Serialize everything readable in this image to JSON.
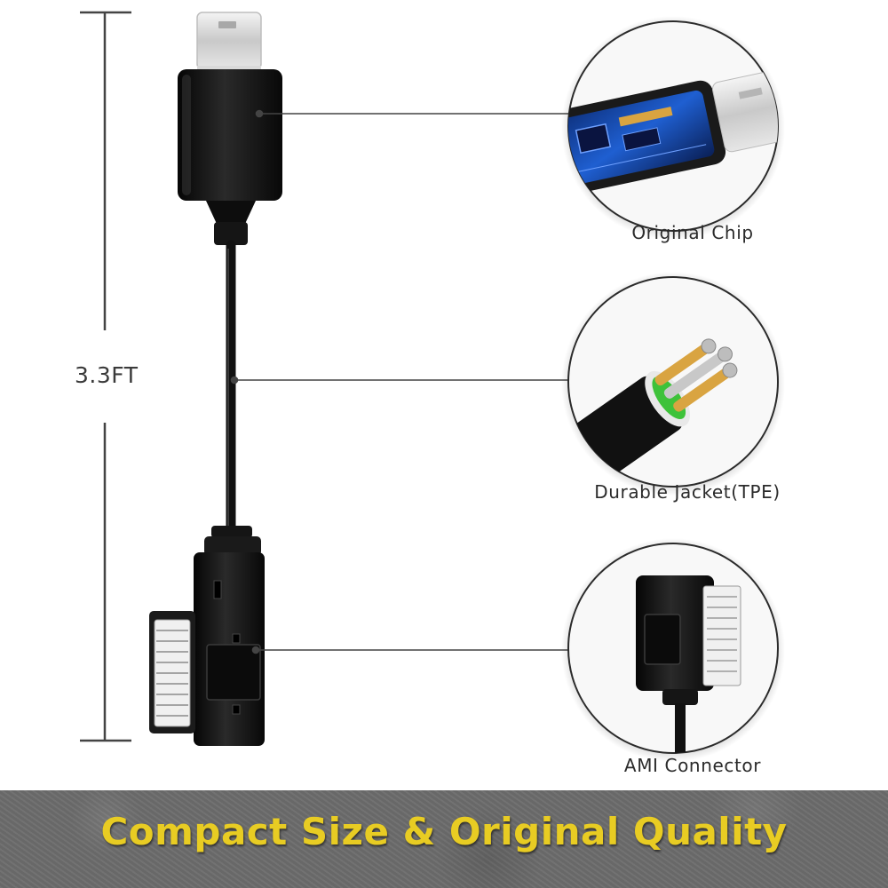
{
  "measurement": {
    "length_label": "3.3FT"
  },
  "features": [
    {
      "label": "Original Chip"
    },
    {
      "label": "Durable Jacket(TPE)"
    },
    {
      "label": "AMI Connector"
    }
  ],
  "banner": {
    "headline": "Compact Size & Original Quality",
    "text_color": "#e8cc23",
    "background_color": "#6c6c6c"
  },
  "colors": {
    "cable": "#111111",
    "callout_line": "#444444",
    "jacket_accent": "#3ec23a",
    "gold_pins": "#d9a441",
    "chip_blue": "#1f5fd1"
  }
}
